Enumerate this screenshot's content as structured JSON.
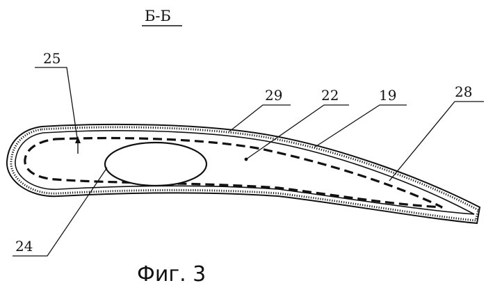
{
  "section_label": "Б-Б",
  "figure_caption": "Фиг. 3",
  "callouts": {
    "c25": "25",
    "c29": "29",
    "c22": "22",
    "c19": "19",
    "c28": "28",
    "c24": "24"
  },
  "colors": {
    "line": "#111111",
    "background": "#ffffff"
  }
}
